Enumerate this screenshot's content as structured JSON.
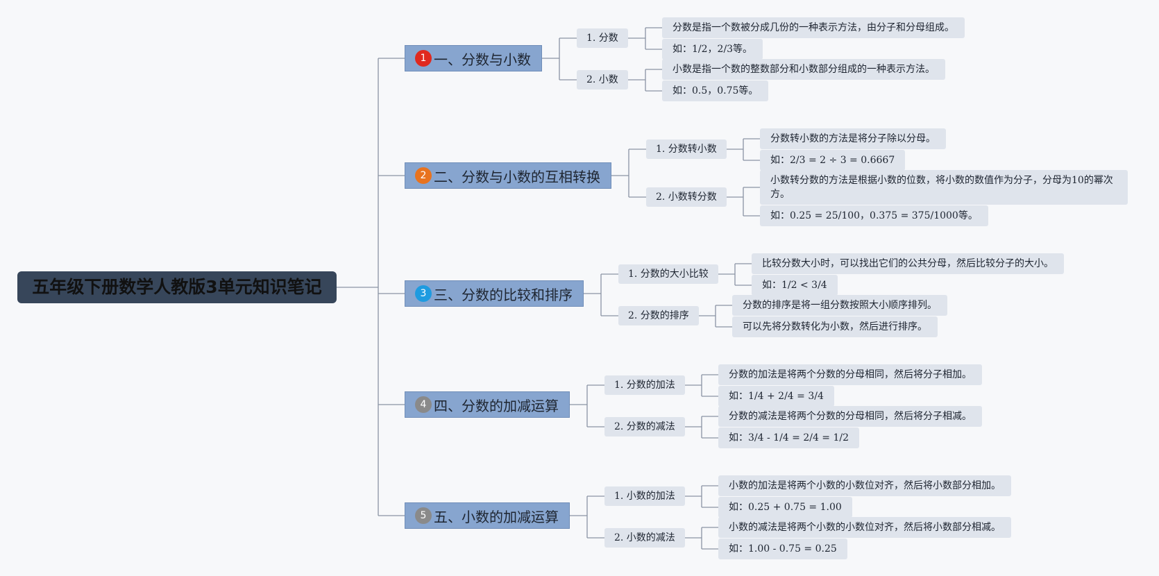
{
  "root": {
    "title": "五年级下册数学人教版3单元知识笔记"
  },
  "topics": [
    {
      "badge": "1",
      "badge_color": "#e0291f",
      "title": "一、分数与小数",
      "subs": [
        {
          "label": "1. 分数",
          "leaves": [
            "分数是指一个数被分成几份的一种表示方法，由分子和分母组成。",
            "如：1/2，2/3等。"
          ]
        },
        {
          "label": "2. 小数",
          "leaves": [
            "小数是指一个数的整数部分和小数部分组成的一种表示方法。",
            "如：0.5，0.75等。"
          ]
        }
      ]
    },
    {
      "badge": "2",
      "badge_color": "#e8731f",
      "title": "二、分数与小数的互相转换",
      "subs": [
        {
          "label": "1. 分数转小数",
          "leaves": [
            "分数转小数的方法是将分子除以分母。",
            "如：2/3 = 2 ÷ 3 = 0.6667"
          ]
        },
        {
          "label": "2. 小数转分数",
          "leaves": [
            "小数转分数的方法是根据小数的位数，将小数的数值作为分子，分母为10的幂次方。",
            "如：0.25 = 25/100，0.375 = 375/1000等。"
          ]
        }
      ]
    },
    {
      "badge": "3",
      "badge_color": "#1e9be0",
      "title": "三、分数的比较和排序",
      "subs": [
        {
          "label": "1. 分数的大小比较",
          "leaves": [
            "比较分数大小时，可以找出它们的公共分母，然后比较分子的大小。",
            "如：1/2 < 3/4"
          ]
        },
        {
          "label": "2. 分数的排序",
          "leaves": [
            "分数的排序是将一组分数按照大小顺序排列。",
            "可以先将分数转化为小数，然后进行排序。"
          ]
        }
      ]
    },
    {
      "badge": "4",
      "badge_color": "#8a8a8a",
      "title": "四、分数的加减运算",
      "subs": [
        {
          "label": "1. 分数的加法",
          "leaves": [
            "分数的加法是将两个分数的分母相同，然后将分子相加。",
            "如：1/4 + 2/4 = 3/4"
          ]
        },
        {
          "label": "2. 分数的减法",
          "leaves": [
            "分数的减法是将两个分数的分母相同，然后将分子相减。",
            "如：3/4 - 1/4 = 2/4 = 1/2"
          ]
        }
      ]
    },
    {
      "badge": "5",
      "badge_color": "#8a8a8a",
      "title": "五、小数的加减运算",
      "subs": [
        {
          "label": "1. 小数的加法",
          "leaves": [
            "小数的加法是将两个小数的小数位对齐，然后将小数部分相加。",
            "如：0.25 + 0.75 = 1.00"
          ]
        },
        {
          "label": "2. 小数的减法",
          "leaves": [
            "小数的减法是将两个小数的小数位对齐，然后将小数部分相减。",
            "如：1.00 - 0.75 = 0.25"
          ]
        }
      ]
    }
  ]
}
